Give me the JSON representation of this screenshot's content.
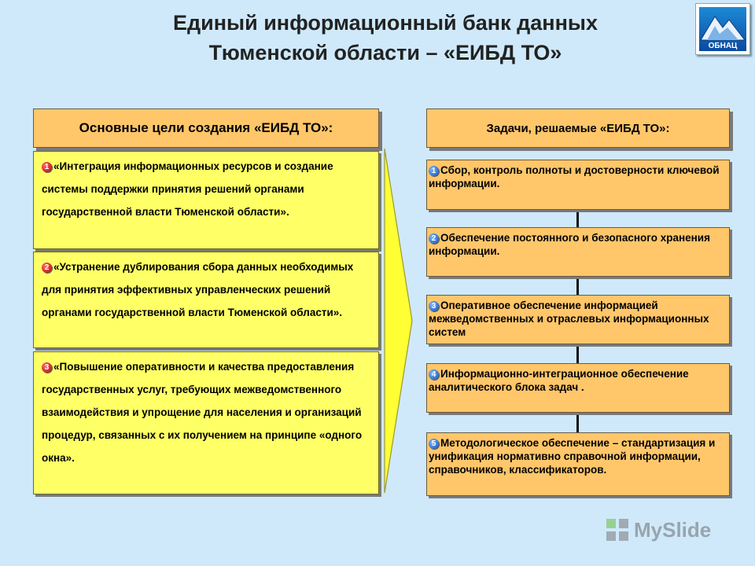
{
  "title": {
    "line1": "Единый информационный банк данных",
    "line2": "Тюменской области – «ЕИБД ТО»"
  },
  "logo": {
    "text": "ОБНАЦ",
    "icon": "mountain-logo-icon"
  },
  "goals": {
    "header": "Основные цели создания «ЕИБД ТО»:",
    "items": [
      {
        "num": "1",
        "text": "«Интеграция информационных ресурсов и создание системы поддержки принятия решений органами государственной власти Тюменской области»."
      },
      {
        "num": "2",
        "text": "«Устранение дублирования сбора данных необходимых для принятия эффективных управленческих решений органами государственной власти Тюменской области»."
      },
      {
        "num": "3",
        "text": "«Повышение оперативности и качества предоставления государственных услуг, требующих межведомственного взаимодействия и упрощение для населения и организаций процедур, связанных с их получением на принципе «одного окна»."
      }
    ]
  },
  "tasks": {
    "header": "Задачи, решаемые «ЕИБД ТО»:",
    "items": [
      {
        "num": "1",
        "text": "Сбор, контроль полноты и достоверности ключевой информации."
      },
      {
        "num": "2",
        "text": "Обеспечение постоянного и безопасного хранения информации."
      },
      {
        "num": "3",
        "text": "Оперативное обеспечение информацией межведомственных и отраслевых информационных систем"
      },
      {
        "num": "4",
        "text": "Информационно-интеграционное обеспечение аналитического блока задач ."
      },
      {
        "num": "5",
        "text": "Методологическое обеспечение – стандартизация и унификация нормативно справочной информации, справочников, классификаторов."
      }
    ]
  },
  "watermark": {
    "text": "MySlide",
    "icon": "myslide-logo-icon"
  },
  "colors": {
    "background": "#cfe9fb",
    "goal_fill": "#ffff66",
    "task_fill": "#ffc66a",
    "goal_number": "#c00000",
    "task_number": "#0b4fb8"
  }
}
